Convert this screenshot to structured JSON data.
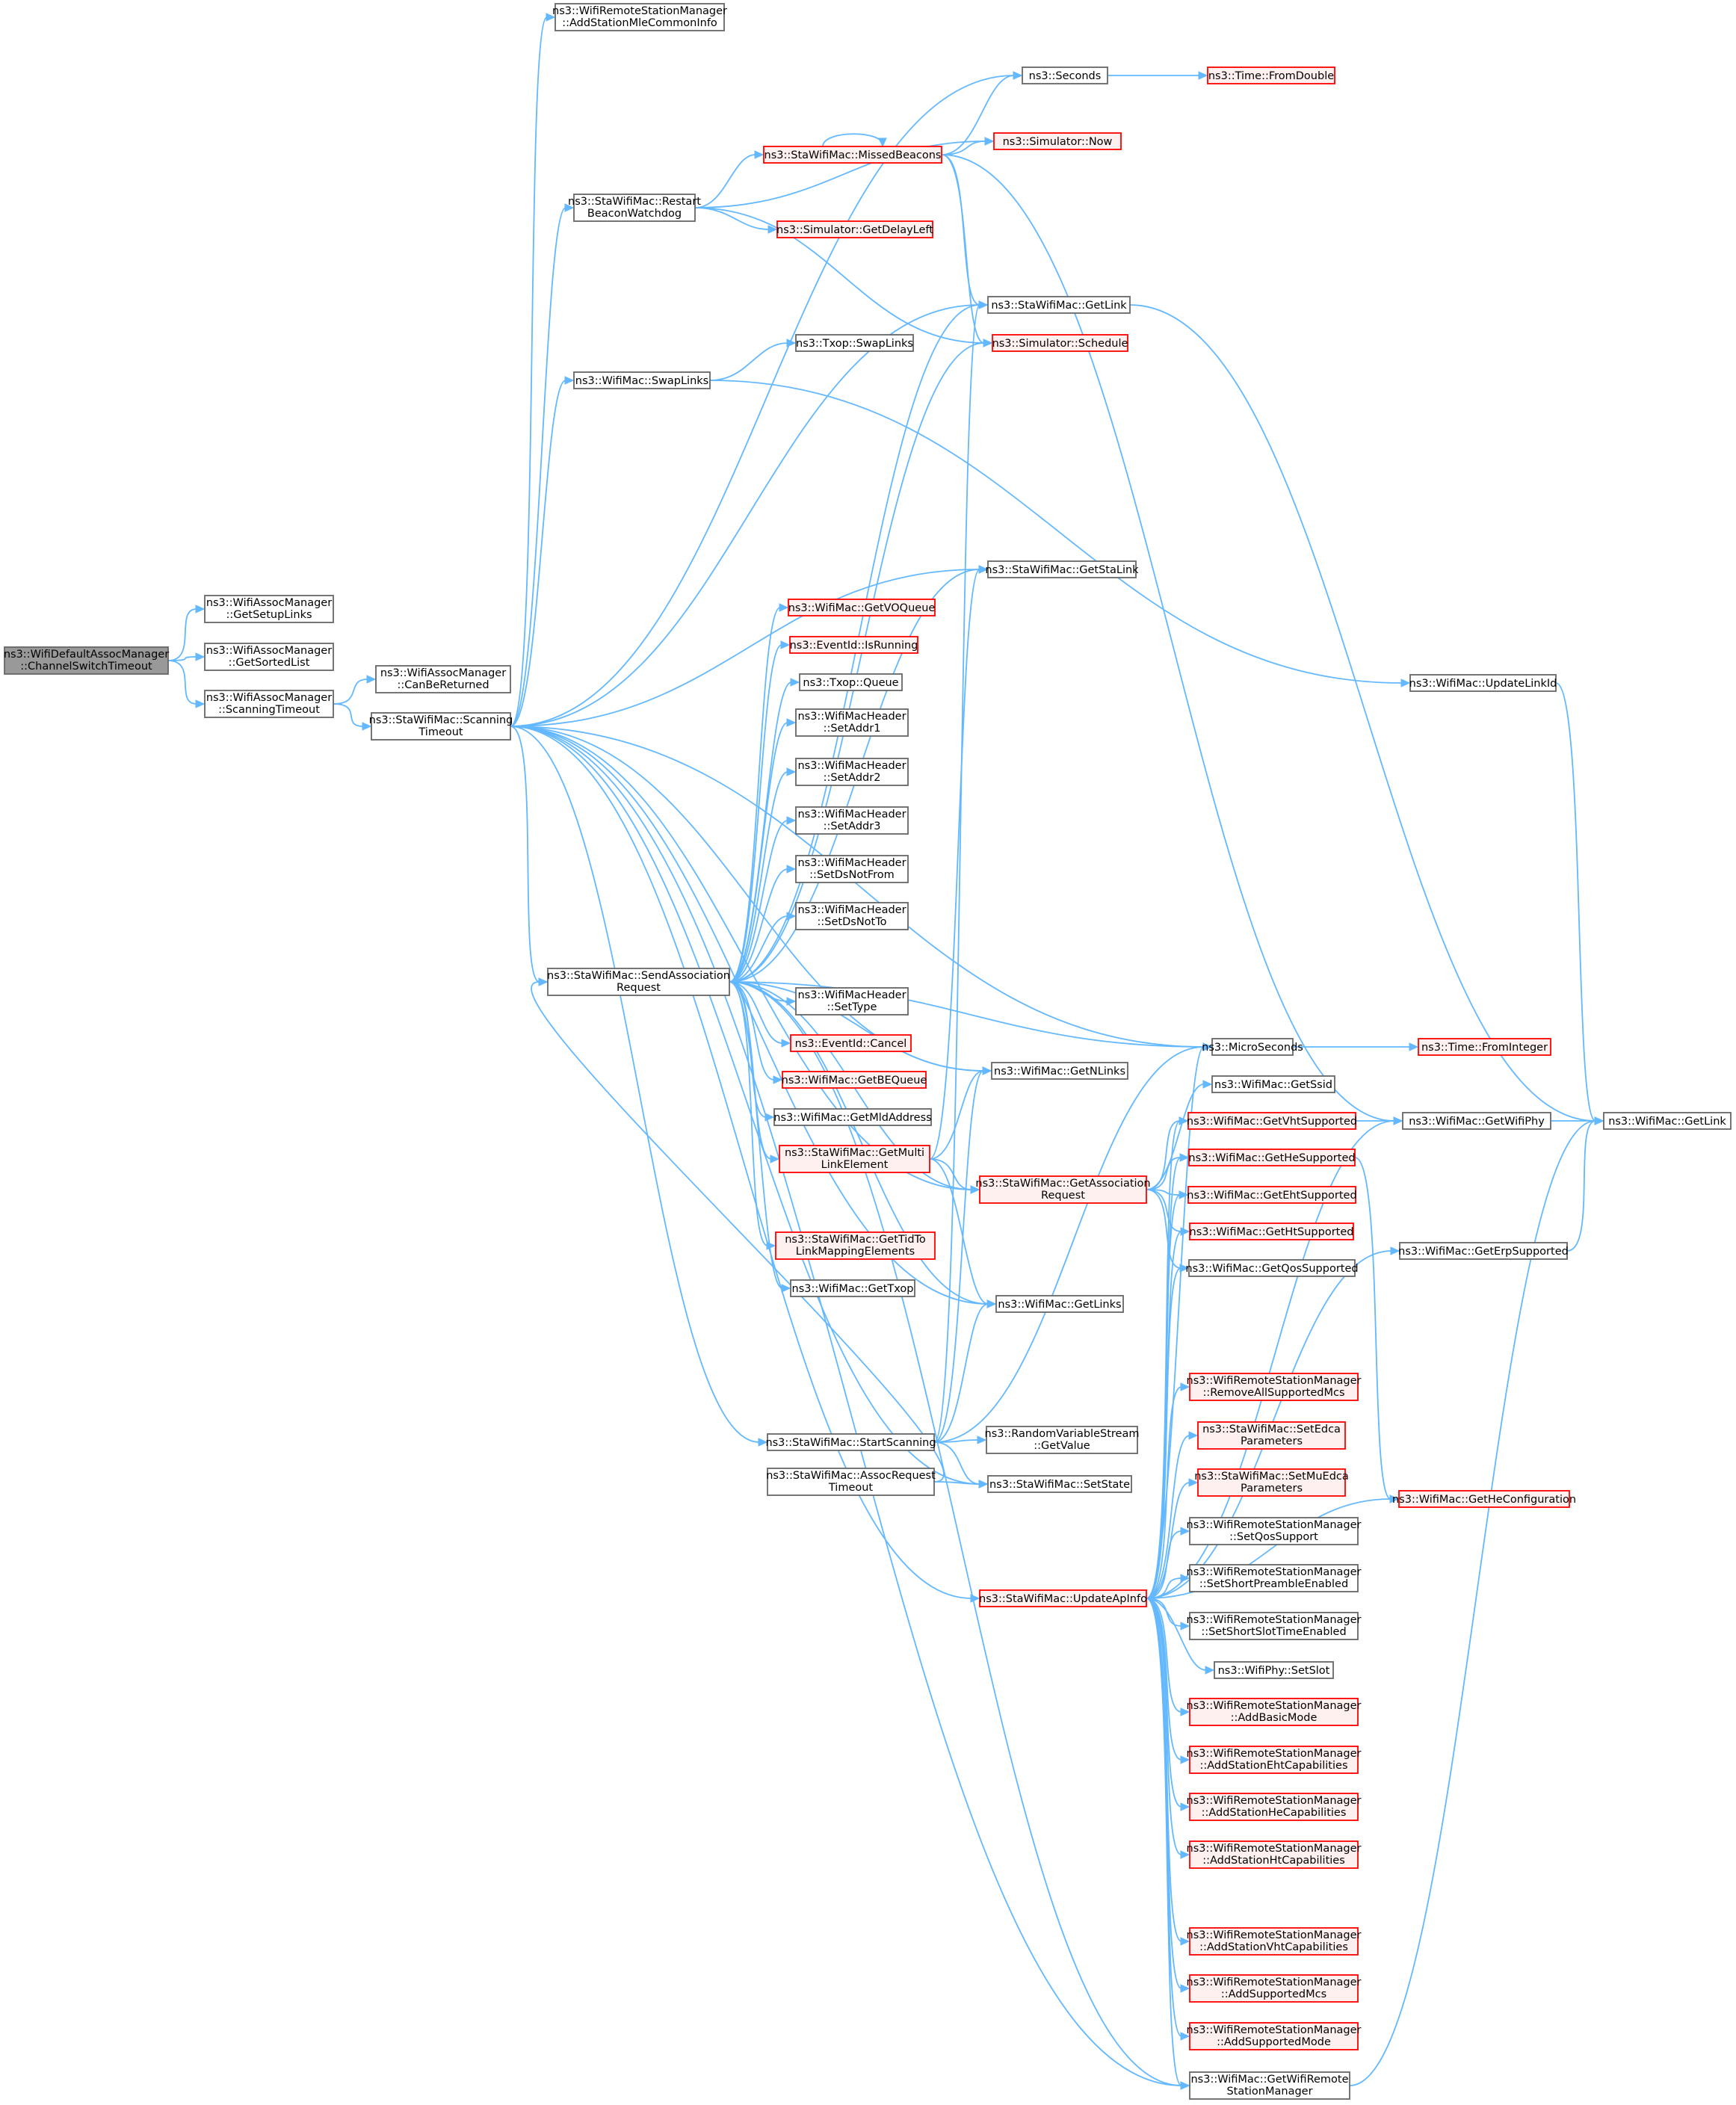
{
  "colors": {
    "edge": "#63b8ff",
    "root_fill": "#999999",
    "root_border": "#666666",
    "normal_fill": "#ffffff",
    "normal_border": "#666666",
    "truncated_fill": "#fff0f0",
    "truncated_border": "#ff0000",
    "background": "#ffffff"
  },
  "nodes": [
    {
      "id": "n_chswitch",
      "style": "root",
      "lines": [
        "ns3::WifiDefaultAssocManager",
        "::ChannelSwitchTimeout"
      ]
    },
    {
      "id": "n_getsetuplinks",
      "style": "normal",
      "lines": [
        "ns3::WifiAssocManager",
        "::GetSetupLinks"
      ]
    },
    {
      "id": "n_getsortedlist",
      "style": "normal",
      "lines": [
        "ns3::WifiAssocManager",
        "::GetSortedList"
      ]
    },
    {
      "id": "n_assocscanto",
      "style": "normal",
      "lines": [
        "ns3::WifiAssocManager",
        "::ScanningTimeout"
      ]
    },
    {
      "id": "n_canbereturned",
      "style": "normal",
      "lines": [
        "ns3::WifiAssocManager",
        "::CanBeReturned"
      ]
    },
    {
      "id": "n_stascanto",
      "style": "normal",
      "lines": [
        "ns3::StaWifiMac::Scanning",
        "Timeout"
      ]
    },
    {
      "id": "n_addstamle",
      "style": "normal",
      "lines": [
        "ns3::WifiRemoteStationManager",
        "::AddStationMleCommonInfo"
      ]
    },
    {
      "id": "n_restartbw",
      "style": "normal",
      "lines": [
        "ns3::StaWifiMac::Restart",
        "BeaconWatchdog"
      ]
    },
    {
      "id": "n_swaplinks",
      "style": "normal",
      "lines": [
        "ns3::WifiMac::SwapLinks"
      ]
    },
    {
      "id": "n_sendassoc",
      "style": "normal",
      "lines": [
        "ns3::StaWifiMac::SendAssociation",
        "Request"
      ]
    },
    {
      "id": "n_startscan",
      "style": "normal",
      "lines": [
        "ns3::StaWifiMac::StartScanning"
      ]
    },
    {
      "id": "n_assocreqto",
      "style": "normal",
      "lines": [
        "ns3::StaWifiMac::AssocRequest",
        "Timeout"
      ]
    },
    {
      "id": "n_updateapinfo",
      "style": "truncated",
      "lines": [
        "ns3::StaWifiMac::UpdateApInfo"
      ]
    },
    {
      "id": "n_seconds",
      "style": "normal",
      "lines": [
        "ns3::Seconds"
      ]
    },
    {
      "id": "n_fromdouble",
      "style": "truncated",
      "lines": [
        "ns3::Time::FromDouble"
      ]
    },
    {
      "id": "n_missedbeacons",
      "style": "truncated",
      "lines": [
        "ns3::StaWifiMac::MissedBeacons"
      ]
    },
    {
      "id": "n_simnow",
      "style": "truncated",
      "lines": [
        "ns3::Simulator::Now"
      ]
    },
    {
      "id": "n_getdelayleft",
      "style": "truncated",
      "lines": [
        "ns3::Simulator::GetDelayLeft"
      ]
    },
    {
      "id": "n_stagetlink",
      "style": "normal",
      "lines": [
        "ns3::StaWifiMac::GetLink"
      ]
    },
    {
      "id": "n_schedule",
      "style": "truncated",
      "lines": [
        "ns3::Simulator::Schedule"
      ]
    },
    {
      "id": "n_txopswap",
      "style": "normal",
      "lines": [
        "ns3::Txop::SwapLinks"
      ]
    },
    {
      "id": "n_getstalink",
      "style": "normal",
      "lines": [
        "ns3::StaWifiMac::GetStaLink"
      ]
    },
    {
      "id": "n_getvoqueue",
      "style": "truncated",
      "lines": [
        "ns3::WifiMac::GetVOQueue"
      ]
    },
    {
      "id": "n_isrunning",
      "style": "truncated",
      "lines": [
        "ns3::EventId::IsRunning"
      ]
    },
    {
      "id": "n_txopqueue",
      "style": "normal",
      "lines": [
        "ns3::Txop::Queue"
      ]
    },
    {
      "id": "n_setaddr1",
      "style": "normal",
      "lines": [
        "ns3::WifiMacHeader",
        "::SetAddr1"
      ]
    },
    {
      "id": "n_setaddr2",
      "style": "normal",
      "lines": [
        "ns3::WifiMacHeader",
        "::SetAddr2"
      ]
    },
    {
      "id": "n_setaddr3",
      "style": "normal",
      "lines": [
        "ns3::WifiMacHeader",
        "::SetAddr3"
      ]
    },
    {
      "id": "n_setdsnotfrom",
      "style": "normal",
      "lines": [
        "ns3::WifiMacHeader",
        "::SetDsNotFrom"
      ]
    },
    {
      "id": "n_setdsnotto",
      "style": "normal",
      "lines": [
        "ns3::WifiMacHeader",
        "::SetDsNotTo"
      ]
    },
    {
      "id": "n_settype",
      "style": "normal",
      "lines": [
        "ns3::WifiMacHeader",
        "::SetType"
      ]
    },
    {
      "id": "n_cancel",
      "style": "truncated",
      "lines": [
        "ns3::EventId::Cancel"
      ]
    },
    {
      "id": "n_getbequeue",
      "style": "truncated",
      "lines": [
        "ns3::WifiMac::GetBEQueue"
      ]
    },
    {
      "id": "n_getmldaddr",
      "style": "normal",
      "lines": [
        "ns3::WifiMac::GetMldAddress"
      ]
    },
    {
      "id": "n_getmultilink",
      "style": "truncated",
      "lines": [
        "ns3::StaWifiMac::GetMulti",
        "LinkElement"
      ]
    },
    {
      "id": "n_gettidto",
      "style": "truncated",
      "lines": [
        "ns3::StaWifiMac::GetTidTo",
        "LinkMappingElements"
      ]
    },
    {
      "id": "n_gettxop",
      "style": "normal",
      "lines": [
        "ns3::WifiMac::GetTxop"
      ]
    },
    {
      "id": "n_getnlinks",
      "style": "normal",
      "lines": [
        "ns3::WifiMac::GetNLinks"
      ]
    },
    {
      "id": "n_getassocreq",
      "style": "truncated",
      "lines": [
        "ns3::StaWifiMac::GetAssociation",
        "Request"
      ]
    },
    {
      "id": "n_getlinks",
      "style": "normal",
      "lines": [
        "ns3::WifiMac::GetLinks"
      ]
    },
    {
      "id": "n_rvsgetvalue",
      "style": "normal",
      "lines": [
        "ns3::RandomVariableStream",
        "::GetValue"
      ]
    },
    {
      "id": "n_setstate",
      "style": "normal",
      "lines": [
        "ns3::StaWifiMac::SetState"
      ]
    },
    {
      "id": "n_updatelinkid",
      "style": "normal",
      "lines": [
        "ns3::WifiMac::UpdateLinkId"
      ]
    },
    {
      "id": "n_microseconds",
      "style": "normal",
      "lines": [
        "ns3::MicroSeconds"
      ]
    },
    {
      "id": "n_frominteger",
      "style": "truncated",
      "lines": [
        "ns3::Time::FromInteger"
      ]
    },
    {
      "id": "n_getssid",
      "style": "normal",
      "lines": [
        "ns3::WifiMac::GetSsid"
      ]
    },
    {
      "id": "n_getvht",
      "style": "truncated",
      "lines": [
        "ns3::WifiMac::GetVhtSupported"
      ]
    },
    {
      "id": "n_gethe",
      "style": "truncated",
      "lines": [
        "ns3::WifiMac::GetHeSupported"
      ]
    },
    {
      "id": "n_geteht",
      "style": "truncated",
      "lines": [
        "ns3::WifiMac::GetEhtSupported"
      ]
    },
    {
      "id": "n_getht",
      "style": "truncated",
      "lines": [
        "ns3::WifiMac::GetHtSupported"
      ]
    },
    {
      "id": "n_getqos",
      "style": "normal",
      "lines": [
        "ns3::WifiMac::GetQosSupported"
      ]
    },
    {
      "id": "n_getwifiphy",
      "style": "normal",
      "lines": [
        "ns3::WifiMac::GetWifiPhy"
      ]
    },
    {
      "id": "n_wmgetlink",
      "style": "normal",
      "lines": [
        "ns3::WifiMac::GetLink"
      ]
    },
    {
      "id": "n_geterp",
      "style": "normal",
      "lines": [
        "ns3::WifiMac::GetErpSupported"
      ]
    },
    {
      "id": "n_getheconf",
      "style": "truncated",
      "lines": [
        "ns3::WifiMac::GetHeConfiguration"
      ]
    },
    {
      "id": "n_removeallmcs",
      "style": "truncated",
      "lines": [
        "ns3::WifiRemoteStationManager",
        "::RemoveAllSupportedMcs"
      ]
    },
    {
      "id": "n_setedca",
      "style": "truncated",
      "lines": [
        "ns3::StaWifiMac::SetEdca",
        "Parameters"
      ]
    },
    {
      "id": "n_setmuedca",
      "style": "truncated",
      "lines": [
        "ns3::StaWifiMac::SetMuEdca",
        "Parameters"
      ]
    },
    {
      "id": "n_setqossupport",
      "style": "normal",
      "lines": [
        "ns3::WifiRemoteStationManager",
        "::SetQosSupport"
      ]
    },
    {
      "id": "n_setshortpre",
      "style": "normal",
      "lines": [
        "ns3::WifiRemoteStationManager",
        "::SetShortPreambleEnabled"
      ]
    },
    {
      "id": "n_setshortslot",
      "style": "normal",
      "lines": [
        "ns3::WifiRemoteStationManager",
        "::SetShortSlotTimeEnabled"
      ]
    },
    {
      "id": "n_physetslot",
      "style": "normal",
      "lines": [
        "ns3::WifiPhy::SetSlot"
      ]
    },
    {
      "id": "n_addbasicmode",
      "style": "truncated",
      "lines": [
        "ns3::WifiRemoteStationManager",
        "::AddBasicMode"
      ]
    },
    {
      "id": "n_addehtcap",
      "style": "truncated",
      "lines": [
        "ns3::WifiRemoteStationManager",
        "::AddStationEhtCapabilities"
      ]
    },
    {
      "id": "n_addhecap",
      "style": "truncated",
      "lines": [
        "ns3::WifiRemoteStationManager",
        "::AddStationHeCapabilities"
      ]
    },
    {
      "id": "n_addhtcap",
      "style": "truncated",
      "lines": [
        "ns3::WifiRemoteStationManager",
        "::AddStationHtCapabilities"
      ]
    },
    {
      "id": "n_addvhtcap",
      "style": "truncated",
      "lines": [
        "ns3::WifiRemoteStationManager",
        "::AddStationVhtCapabilities"
      ]
    },
    {
      "id": "n_addsupmcs",
      "style": "truncated",
      "lines": [
        "ns3::WifiRemoteStationManager",
        "::AddSupportedMcs"
      ]
    },
    {
      "id": "n_addsupmode",
      "style": "truncated",
      "lines": [
        "ns3::WifiRemoteStationManager",
        "::AddSupportedMode"
      ]
    },
    {
      "id": "n_getwrsm",
      "style": "normal",
      "lines": [
        "ns3::WifiMac::GetWifiRemote",
        "StationManager"
      ]
    }
  ],
  "edges": [
    [
      "n_chswitch",
      "n_getsetuplinks"
    ],
    [
      "n_chswitch",
      "n_getsortedlist"
    ],
    [
      "n_chswitch",
      "n_assocscanto"
    ],
    [
      "n_assocscanto",
      "n_canbereturned"
    ],
    [
      "n_assocscanto",
      "n_stascanto"
    ],
    [
      "n_stascanto",
      "n_addstamle"
    ],
    [
      "n_stascanto",
      "n_seconds"
    ],
    [
      "n_stascanto",
      "n_restartbw"
    ],
    [
      "n_stascanto",
      "n_stagetlink"
    ],
    [
      "n_stascanto",
      "n_swaplinks"
    ],
    [
      "n_stascanto",
      "n_microseconds"
    ],
    [
      "n_stascanto",
      "n_getstalink"
    ],
    [
      "n_stascanto",
      "n_sendassoc"
    ],
    [
      "n_stascanto",
      "n_getnlinks"
    ],
    [
      "n_stascanto",
      "n_getassocreq"
    ],
    [
      "n_stascanto",
      "n_getlinks"
    ],
    [
      "n_stascanto",
      "n_startscan"
    ],
    [
      "n_stascanto",
      "n_setstate"
    ],
    [
      "n_stascanto",
      "n_updateapinfo"
    ],
    [
      "n_stascanto",
      "n_getwrsm"
    ],
    [
      "n_restartbw",
      "n_missedbeacons"
    ],
    [
      "n_restartbw",
      "n_simnow"
    ],
    [
      "n_restartbw",
      "n_getdelayleft"
    ],
    [
      "n_restartbw",
      "n_schedule"
    ],
    [
      "n_seconds",
      "n_fromdouble"
    ],
    [
      "n_missedbeacons",
      "n_missedbeacons"
    ],
    [
      "n_missedbeacons",
      "n_seconds"
    ],
    [
      "n_missedbeacons",
      "n_simnow"
    ],
    [
      "n_missedbeacons",
      "n_stagetlink"
    ],
    [
      "n_missedbeacons",
      "n_schedule"
    ],
    [
      "n_missedbeacons",
      "n_getwifiphy"
    ],
    [
      "n_stagetlink",
      "n_wmgetlink"
    ],
    [
      "n_swaplinks",
      "n_txopswap"
    ],
    [
      "n_swaplinks",
      "n_updatelinkid"
    ],
    [
      "n_updatelinkid",
      "n_wmgetlink"
    ],
    [
      "n_sendassoc",
      "n_stagetlink"
    ],
    [
      "n_sendassoc",
      "n_schedule"
    ],
    [
      "n_sendassoc",
      "n_getstalink"
    ],
    [
      "n_sendassoc",
      "n_getvoqueue"
    ],
    [
      "n_sendassoc",
      "n_isrunning"
    ],
    [
      "n_sendassoc",
      "n_txopqueue"
    ],
    [
      "n_sendassoc",
      "n_setaddr1"
    ],
    [
      "n_sendassoc",
      "n_setaddr2"
    ],
    [
      "n_sendassoc",
      "n_setaddr3"
    ],
    [
      "n_sendassoc",
      "n_setdsnotfrom"
    ],
    [
      "n_sendassoc",
      "n_setdsnotto"
    ],
    [
      "n_sendassoc",
      "n_settype"
    ],
    [
      "n_sendassoc",
      "n_cancel"
    ],
    [
      "n_sendassoc",
      "n_getbequeue"
    ],
    [
      "n_sendassoc",
      "n_getmldaddr"
    ],
    [
      "n_sendassoc",
      "n_getmultilink"
    ],
    [
      "n_sendassoc",
      "n_gettidto"
    ],
    [
      "n_sendassoc",
      "n_gettxop"
    ],
    [
      "n_sendassoc",
      "n_getnlinks"
    ],
    [
      "n_sendassoc",
      "n_getassocreq"
    ],
    [
      "n_sendassoc",
      "n_getlinks"
    ],
    [
      "n_sendassoc",
      "n_microseconds"
    ],
    [
      "n_sendassoc",
      "n_getwrsm"
    ],
    [
      "n_getmultilink",
      "n_getstalink"
    ],
    [
      "n_getmultilink",
      "n_getnlinks"
    ],
    [
      "n_getmultilink",
      "n_getassocreq"
    ],
    [
      "n_getmultilink",
      "n_getlinks"
    ],
    [
      "n_getassocreq",
      "n_getssid"
    ],
    [
      "n_getassocreq",
      "n_getvht"
    ],
    [
      "n_getassocreq",
      "n_gethe"
    ],
    [
      "n_getassocreq",
      "n_geteht"
    ],
    [
      "n_getassocreq",
      "n_getht"
    ],
    [
      "n_getassocreq",
      "n_getqos"
    ],
    [
      "n_startscan",
      "n_stagetlink"
    ],
    [
      "n_startscan",
      "n_getnlinks"
    ],
    [
      "n_startscan",
      "n_getlinks"
    ],
    [
      "n_startscan",
      "n_rvsgetvalue"
    ],
    [
      "n_startscan",
      "n_setstate"
    ],
    [
      "n_startscan",
      "n_microseconds"
    ],
    [
      "n_assocreqto",
      "n_sendassoc"
    ],
    [
      "n_assocreqto",
      "n_setstate"
    ],
    [
      "n_microseconds",
      "n_frominteger"
    ],
    [
      "n_getvht",
      "n_getwifiphy"
    ],
    [
      "n_gethe",
      "n_getheconf"
    ],
    [
      "n_getwifiphy",
      "n_wmgetlink"
    ],
    [
      "n_geterp",
      "n_wmgetlink"
    ],
    [
      "n_getwrsm",
      "n_wmgetlink"
    ],
    [
      "n_updateapinfo",
      "n_getvht"
    ],
    [
      "n_updateapinfo",
      "n_gethe"
    ],
    [
      "n_updateapinfo",
      "n_geteht"
    ],
    [
      "n_updateapinfo",
      "n_getht"
    ],
    [
      "n_updateapinfo",
      "n_getqos"
    ],
    [
      "n_updateapinfo",
      "n_getwifiphy"
    ],
    [
      "n_updateapinfo",
      "n_geterp"
    ],
    [
      "n_updateapinfo",
      "n_getheconf"
    ],
    [
      "n_updateapinfo",
      "n_removeallmcs"
    ],
    [
      "n_updateapinfo",
      "n_setedca"
    ],
    [
      "n_updateapinfo",
      "n_setmuedca"
    ],
    [
      "n_updateapinfo",
      "n_setqossupport"
    ],
    [
      "n_updateapinfo",
      "n_setshortpre"
    ],
    [
      "n_updateapinfo",
      "n_setshortslot"
    ],
    [
      "n_updateapinfo",
      "n_physetslot"
    ],
    [
      "n_updateapinfo",
      "n_addbasicmode"
    ],
    [
      "n_updateapinfo",
      "n_addehtcap"
    ],
    [
      "n_updateapinfo",
      "n_addhecap"
    ],
    [
      "n_updateapinfo",
      "n_addhtcap"
    ],
    [
      "n_updateapinfo",
      "n_addvhtcap"
    ],
    [
      "n_updateapinfo",
      "n_addsupmcs"
    ],
    [
      "n_updateapinfo",
      "n_addsupmode"
    ],
    [
      "n_updateapinfo",
      "n_getwrsm"
    ],
    [
      "n_updateapinfo",
      "n_microseconds"
    ]
  ]
}
